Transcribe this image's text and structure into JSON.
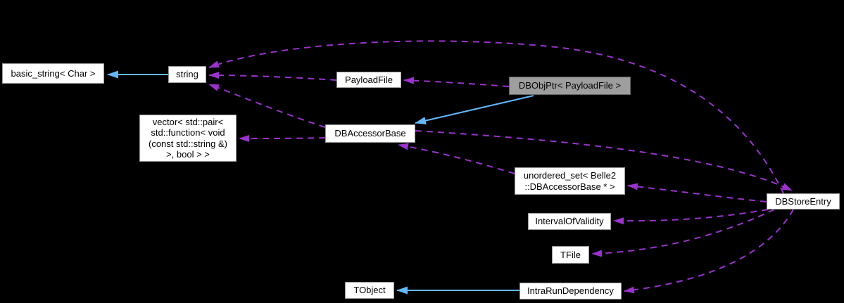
{
  "diagram": {
    "type": "collaboration-class-diagram",
    "background": "#000000",
    "colors": {
      "node_fill": "#ffffff",
      "node_border": "#9a9a9a",
      "node_text": "#000000",
      "focus_node_fill": "#9e9e9e",
      "focus_node_border": "#5f5f5f",
      "inheritance_edge": "#63b8ff",
      "usage_edge": "#9a32cd"
    },
    "nodes": {
      "basic_string": {
        "label": "basic_string< Char >"
      },
      "string": {
        "label": "string"
      },
      "payloadfile": {
        "label": "PayloadFile"
      },
      "dbobjptr": {
        "label": "DBObjPtr< PayloadFile >",
        "focus": true
      },
      "vector_pair": {
        "lines": {
          "0": "vector< std::pair<",
          "1": "std::function< void",
          "2": "(const std::string &)",
          "3": ">, bool > >"
        }
      },
      "dbaccessorbase": {
        "label": "DBAccessorBase"
      },
      "unordered_set": {
        "lines": {
          "0": "unordered_set< Belle2",
          "1": "::DBAccessorBase * >"
        }
      },
      "intervalofvalidity": {
        "label": "IntervalOfValidity"
      },
      "tfile": {
        "label": "TFile"
      },
      "intrarundependency": {
        "label": "IntraRunDependency"
      },
      "tobject": {
        "label": "TObject"
      },
      "dbstoreentry": {
        "label": "DBStoreEntry"
      }
    },
    "edges": [
      {
        "from": "string",
        "to": "basic_string< Char >",
        "type": "inheritance",
        "style": "solid"
      },
      {
        "from": "DBObjPtr< PayloadFile >",
        "to": "DBAccessorBase",
        "type": "inheritance",
        "style": "solid"
      },
      {
        "from": "IntraRunDependency",
        "to": "TObject",
        "type": "inheritance",
        "style": "solid"
      },
      {
        "from": "PayloadFile",
        "to": "string",
        "type": "usage",
        "style": "dashed"
      },
      {
        "from": "DBObjPtr< PayloadFile >",
        "to": "PayloadFile",
        "type": "usage",
        "style": "dashed"
      },
      {
        "from": "DBAccessorBase",
        "to": "string",
        "type": "usage",
        "style": "dashed"
      },
      {
        "from": "DBAccessorBase",
        "to": "vector< std::pair< std::function< void (const std::string &) >, bool > >",
        "type": "usage",
        "style": "dashed"
      },
      {
        "from": "DBAccessorBase",
        "to": "DBStoreEntry",
        "type": "usage",
        "style": "dashed"
      },
      {
        "from": "DBStoreEntry",
        "to": "string",
        "type": "usage",
        "style": "dashed"
      },
      {
        "from": "DBStoreEntry",
        "to": "unordered_set< Belle2 ::DBAccessorBase * >",
        "type": "usage",
        "style": "dashed"
      },
      {
        "from": "unordered_set< Belle2 ::DBAccessorBase * >",
        "to": "DBAccessorBase",
        "type": "usage",
        "style": "dashed"
      },
      {
        "from": "DBStoreEntry",
        "to": "IntervalOfValidity",
        "type": "usage",
        "style": "dashed"
      },
      {
        "from": "DBStoreEntry",
        "to": "TFile",
        "type": "usage",
        "style": "dashed"
      },
      {
        "from": "DBStoreEntry",
        "to": "IntraRunDependency",
        "type": "usage",
        "style": "dashed"
      }
    ]
  }
}
